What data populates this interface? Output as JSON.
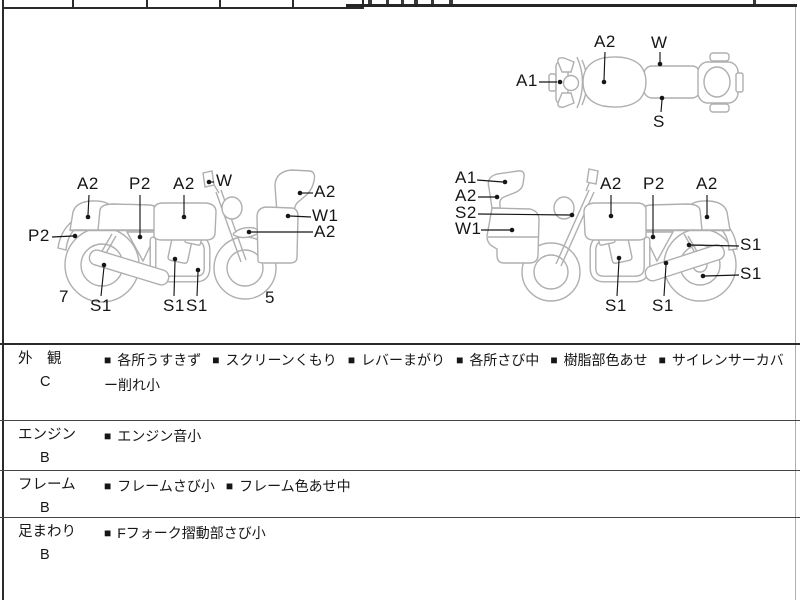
{
  "colors": {
    "diagram_line": "#afafaf",
    "marker": "#161616",
    "border_dark": "#2b2b2b",
    "border_light": "#b0b0b0"
  },
  "diagrams": {
    "top_view": {
      "labels": [
        "A1",
        "A2",
        "W",
        "S"
      ]
    },
    "left_view": {
      "labels": [
        "A2",
        "P2",
        "A2",
        "W",
        "A2",
        "W1",
        "A2",
        "P2",
        "S1",
        "S1",
        "S1"
      ],
      "numbers": [
        "7",
        "5"
      ]
    },
    "right_view": {
      "labels": [
        "A1",
        "A2",
        "S2",
        "W1",
        "A2",
        "P2",
        "A2",
        "S1",
        "S1",
        "S1",
        "S1"
      ]
    }
  },
  "condition_table": {
    "bullet": "■",
    "rows": [
      {
        "category": "外　観",
        "grade": "C",
        "items": [
          "各所うすきず",
          "スクリーンくもり",
          "レバーまがり",
          "各所さび中",
          "樹脂部色あせ",
          "サイレンサーカバー削れ小"
        ]
      },
      {
        "category": "エンジン",
        "grade": "B",
        "items": [
          "エンジン音小"
        ]
      },
      {
        "category": "フレーム",
        "grade": "B",
        "items": [
          "フレームさび小",
          "フレーム色あせ中"
        ]
      },
      {
        "category": "足まわり",
        "grade": "B",
        "items": [
          "Fフォーク摺動部さび小"
        ]
      }
    ]
  }
}
